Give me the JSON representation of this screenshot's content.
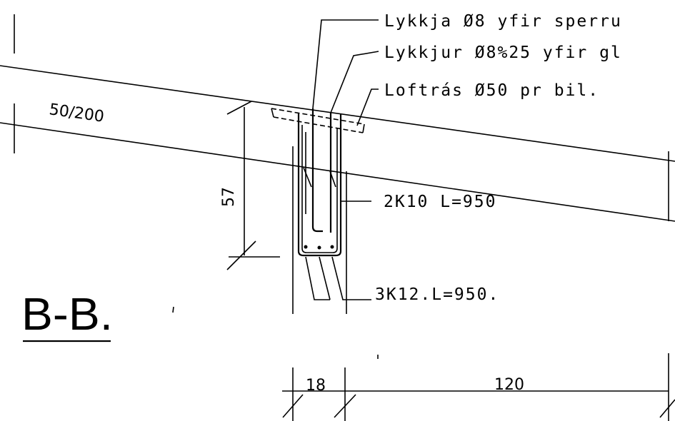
{
  "section_title": "B-B.",
  "labels": {
    "lykkja_sperru": "Lykkja Ø8 yfir sperru",
    "lykkjur_gl": "Lykkjur Ø8%25 yfir gl",
    "loftras": "Loftrás Ø50 pr bil.",
    "rebar_2k10": "2K10 L=950",
    "rebar_3k12": "3K12.L=950."
  },
  "dimensions": {
    "rafter": "50/200",
    "height": "57",
    "width": "18",
    "spacing": "120"
  }
}
